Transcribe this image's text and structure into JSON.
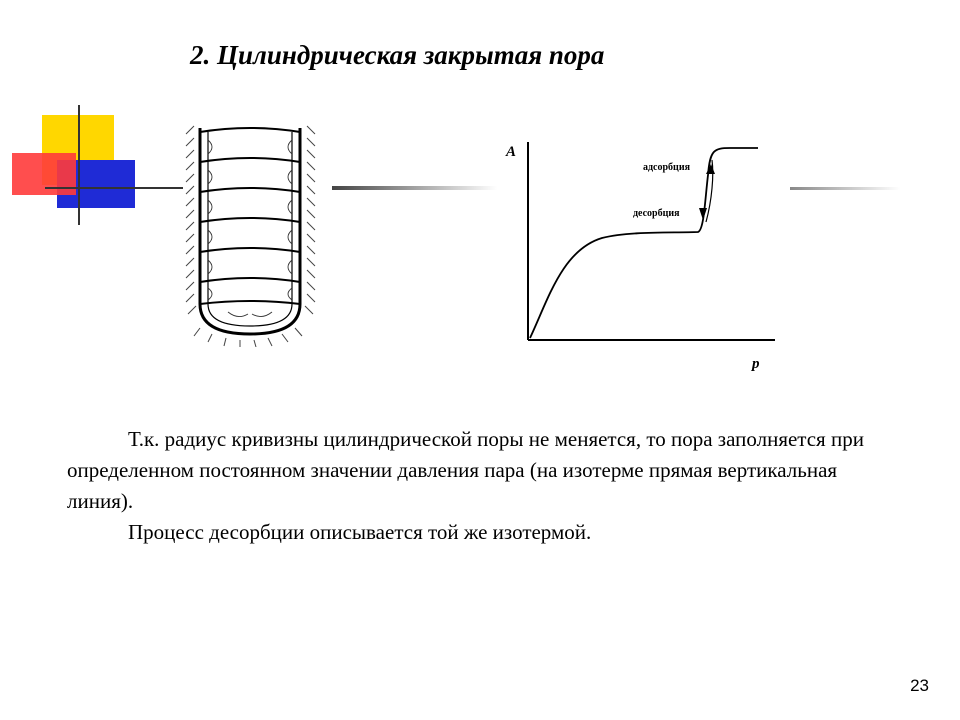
{
  "slide": {
    "title": "2. Цилиндрическая закрытая пора",
    "paragraph1": "Т.к. радиус кривизны цилиндрической поры не меняется, то пора заполняется при определенном постоянном значении давления пара (на изотерме прямая вертикальная линия).",
    "paragraph2": "Процесс десорбции описывается той же изотермой.",
    "page_number": "23"
  },
  "isotherm": {
    "y_axis_label": "A",
    "x_axis_label": "p",
    "adsorption_label": "адсорбция",
    "desorption_label": "десорбция"
  },
  "decoration": {
    "colors": {
      "yellow": "#FFD700",
      "red": "#FF3B3B",
      "blue": "#1F2BD6",
      "line": "#333333"
    }
  }
}
